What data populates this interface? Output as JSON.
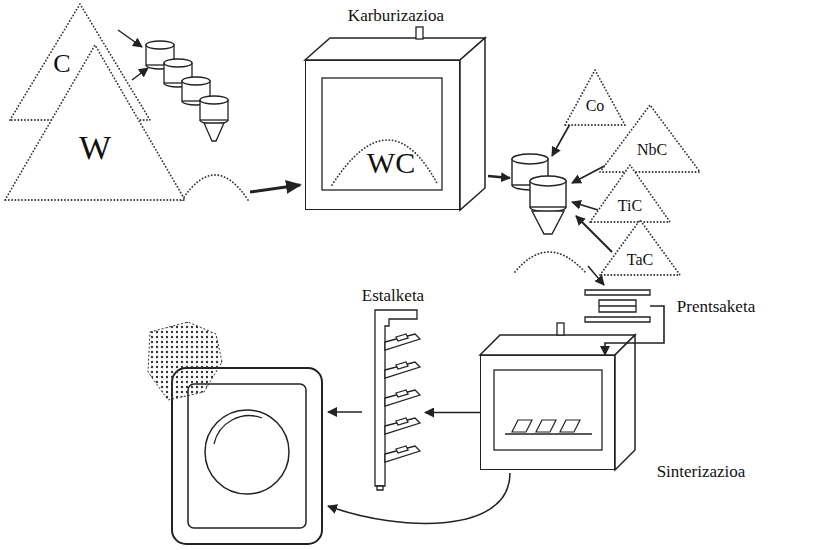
{
  "diagram": {
    "nodes": [
      {
        "text": [
          "C"
        ]
      },
      {
        "text": [
          "W"
        ]
      },
      {
        "text": [
          "Karburizazioa",
          "WC"
        ]
      },
      {
        "text": [
          "Co"
        ]
      },
      {
        "text": [
          "NbC"
        ]
      },
      {
        "text": [
          "TiC"
        ]
      },
      {
        "text": [
          "TaC"
        ]
      },
      {
        "text": [
          "Prentsaketa"
        ]
      },
      {
        "text": [
          "Sinterizazioa"
        ]
      },
      {
        "text": [
          "Estalketa"
        ]
      }
    ],
    "edges": [
      {
        "from": 7,
        "to": 8,
        "arrow": "to"
      },
      {
        "from": 8,
        "to": 9,
        "arrow": "to"
      }
    ]
  }
}
